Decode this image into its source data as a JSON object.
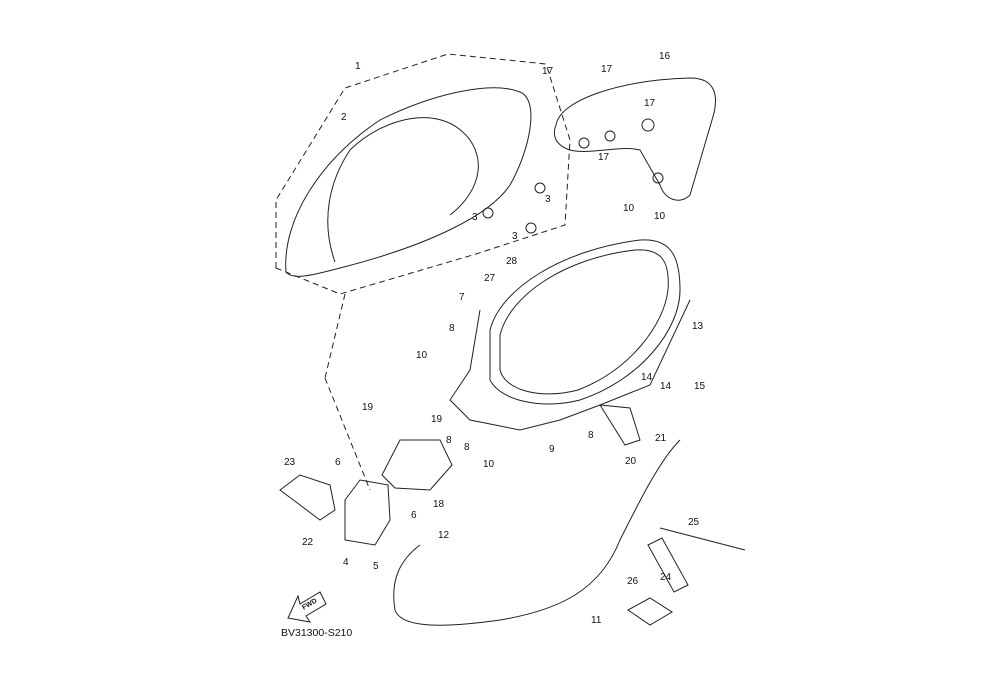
{
  "diagram_code": "BV31300-S210",
  "fwd_label": "FWD",
  "callouts": [
    "1",
    "2",
    "3",
    "3",
    "3",
    "16",
    "17",
    "17",
    "17",
    "17",
    "10",
    "10",
    "28",
    "27",
    "7",
    "8",
    "10",
    "13",
    "14",
    "14",
    "15",
    "19",
    "19",
    "8",
    "8",
    "8",
    "9",
    "10",
    "21",
    "20",
    "23",
    "6",
    "6",
    "18",
    "22",
    "4",
    "5",
    "12",
    "11",
    "25",
    "24",
    "26"
  ]
}
